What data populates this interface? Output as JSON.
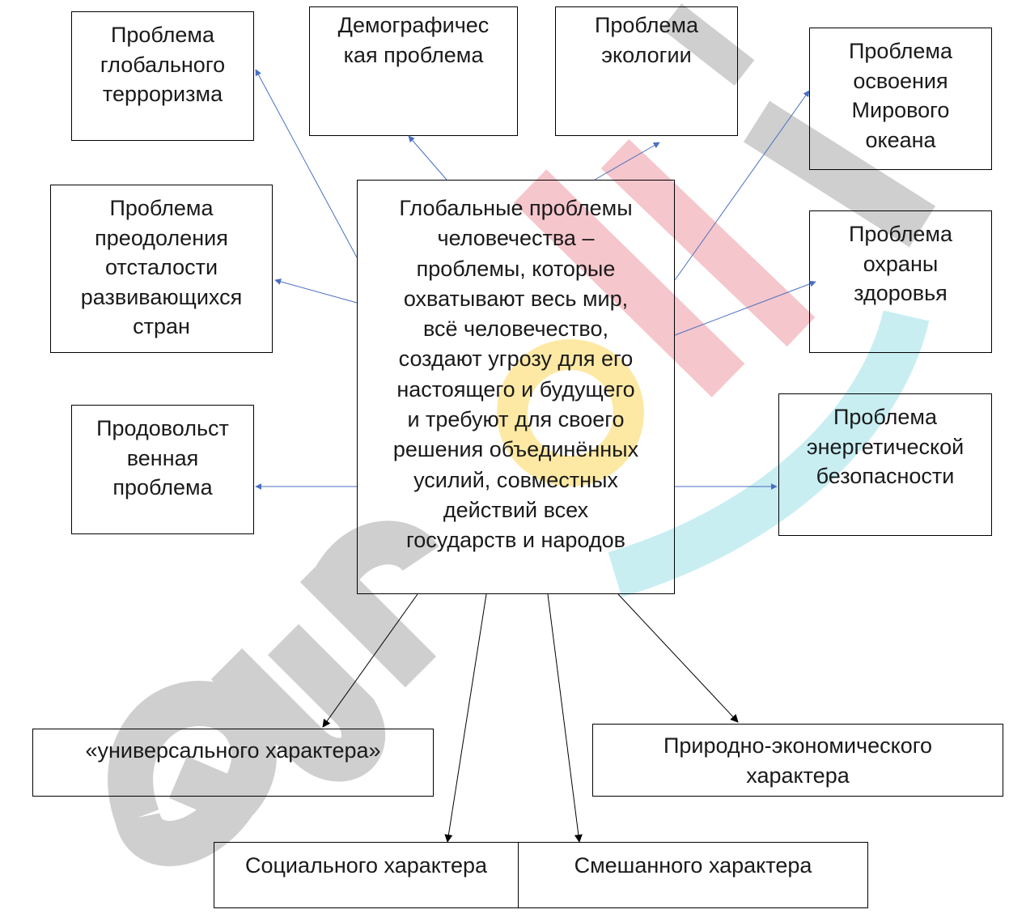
{
  "central": {
    "text": "Глобальные проблемы\nчеловечества –\nпроблемы, которые\nохватывают весь мир,\nвсё человечество,\nсоздают угрозу для его\nнастоящего и будущего\nи требуют для своего\nрешения объединённых\nусилий, совместных\nдействий всех\nгосударств и народов"
  },
  "problems": {
    "terrorism": "Проблема\nглобального\nтерроризма",
    "demographic": "Демографичес\nкая проблема",
    "ecology": "Проблема\nэкологии",
    "ocean": "Проблема\nосвоения\nМирового\nокеана",
    "underdevelopment": "Проблема\nпреодоления\nотсталости\nразвивающихся\nстран",
    "health": "Проблема\nохраны\nздоровья",
    "food": "Продовольст\nвенная\nпроблема",
    "energy": "Проблема\nэнергетической\nбезопасности"
  },
  "categories": {
    "universal": "«универсального характера»",
    "natural_economic": "Природно-экономического\nхарактера",
    "social": "Социального характера",
    "mixed": "Смешанного характера"
  },
  "watermark": {
    "text": "eurokí",
    "colors": {
      "gray": "#cfcfcf",
      "red": "#f5c6cc",
      "yellow": "#fde9a4",
      "cyan": "#c8eef2"
    }
  },
  "colors": {
    "blue_connector": "#4a6fc0",
    "black_connector": "#000000",
    "border": "#000000"
  }
}
